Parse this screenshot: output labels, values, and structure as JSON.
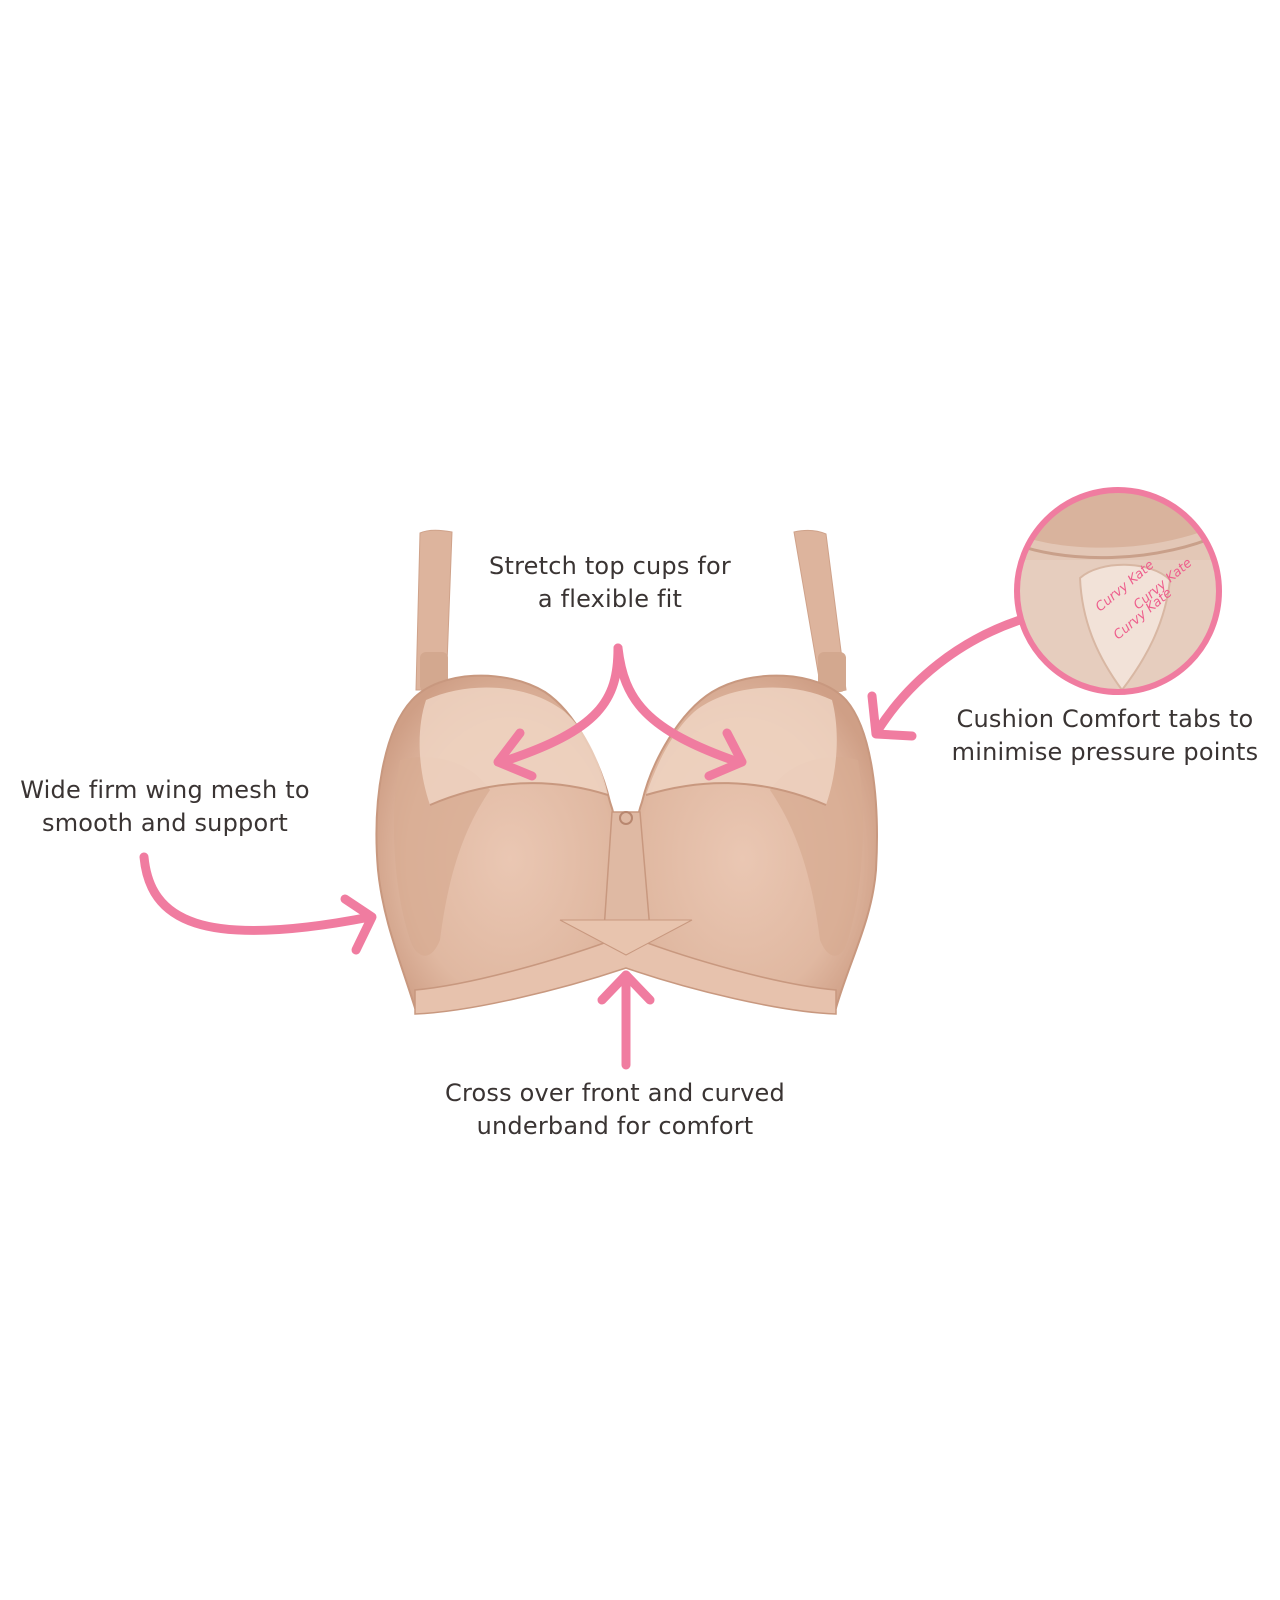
{
  "colors": {
    "background": "#ffffff",
    "arrow": "#f07ca0",
    "fabric": "#e2bca6",
    "fabric_shadow": "#d2a58d",
    "mesh": "#f0d6c6",
    "text": "#3a3433"
  },
  "product_image": {
    "icon": "bra-illustration"
  },
  "detail_inset": {
    "icon": "magnified-tab-detail",
    "printed_text": "Curvy Kate"
  },
  "callouts": {
    "stretch_top_cups": {
      "line1": "Stretch top cups for",
      "line2": "a flexible fit"
    },
    "cushion_comfort": {
      "line1": "Cushion Comfort tabs to",
      "line2": "minimise pressure points"
    },
    "wing_mesh": {
      "line1": "Wide firm wing mesh to",
      "line2": "smooth and support"
    },
    "cross_over": {
      "line1": "Cross over front and curved",
      "line2": "underband for comfort"
    }
  }
}
